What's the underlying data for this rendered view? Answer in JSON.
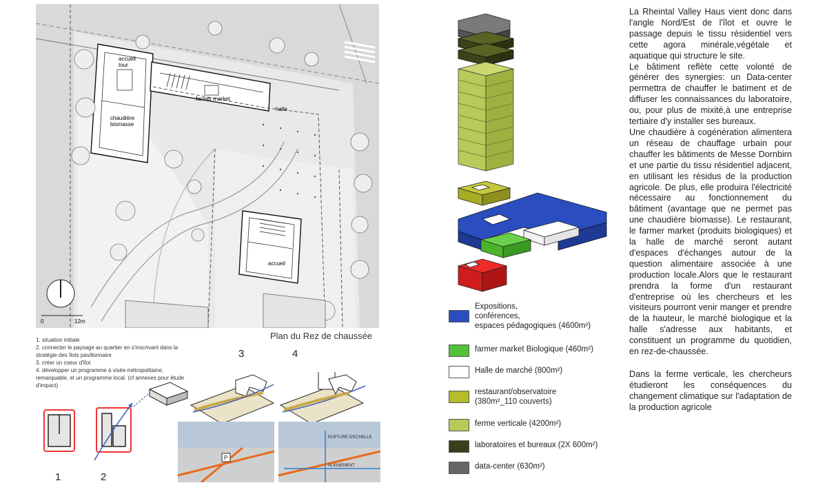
{
  "plan": {
    "labels": {
      "accueil_tour": "accueil\ntour",
      "farmer_market": "farmer market",
      "halle": "halle",
      "chaudiere": "chaudière\nbiomasse",
      "accueil": "accueil",
      "scale_0": "0",
      "scale_12": "12m"
    },
    "title": "Plan du Rez de chaussée"
  },
  "steps": {
    "items": [
      "1. situation initiale",
      "2. connecter le paysage au quartier en s'inscrivant dans la stratégie des îlots pavillonnaire",
      "3. créer un coeur d'îlot",
      "4. développer un programme à visée métropolitaine, remarquable, et un programme local. (cf annexes pour étude d'impact)"
    ],
    "numbers": [
      "1",
      "2",
      "3",
      "4"
    ],
    "render_labels": {
      "rupture": "RUPTURE D'ECHELLE",
      "alignement": "ALIGNEMENT",
      "p": "P"
    }
  },
  "legend": [
    {
      "color": "#2a4ec0",
      "label": "Expositions,\nconférences,\nespaces pédagogiques (4600m²)"
    },
    {
      "color": "#52c13a",
      "label": "farmer market Biologique (460m²)"
    },
    {
      "color": "#ffffff",
      "label": "Halle de marché (800m²)"
    },
    {
      "color": "#b6bb2a",
      "label": "restaurant/observatoire\n(380m²_110 couverts)"
    },
    {
      "color": "#b9c95a",
      "label": "ferme verticale (4200m²)"
    },
    {
      "color": "#3a3f1b",
      "label": "laboratoires et bureaux (2X 600m²)"
    },
    {
      "color": "#666666",
      "label": "data-center (630m²)"
    }
  ],
  "text": {
    "paragraphs": [
      "La Rheintal Valley Haus vient donc dans l'angle Nord/Est de l'îlot et ouvre le passage depuis le tissu résidentiel vers cette agora minérale,végétale et aquatique qui structure le site.",
      "Le bâtiment reflète cette volonté de générer des synergies: un Data-center permettra de chauffer le batiment et de diffuser les connaissances du laboratoire, ou, pour plus de mixité,à une entreprise tertiaire d'y installer ses bureaux.",
      "Une chaudière à cogénération alimentera un réseau de chauffage urbain pour chauffer les bâtiments de Messe Dornbirn et une partie du tissu résidentiel adjacent, en utilisant les résidus de la production agricole. De plus, elle produira l'électricité nécessaire au fonctionnement du bâtiment (avantage que ne permet pas une chaudière biomasse). Le restaurant, le farmer market (produits biologiques) et la halle de marché seront autant d'espaces d'échanges autour de la question alimentaire associée à une production locale.Alors que le restaurant prendra la forme d'un restaurant d'entreprise où les chercheurs et les visiteurs pourront venir manger et prendre de la hauteur, le marché biologique et la halle s'adresse aux habitants, et constituent un programme du quotidien, en rez-de-chaussée.",
      "Dans la ferme verticale, les chercheurs étudieront les conséquences du changement climatique sur l'adaptation de la production agricole"
    ]
  }
}
